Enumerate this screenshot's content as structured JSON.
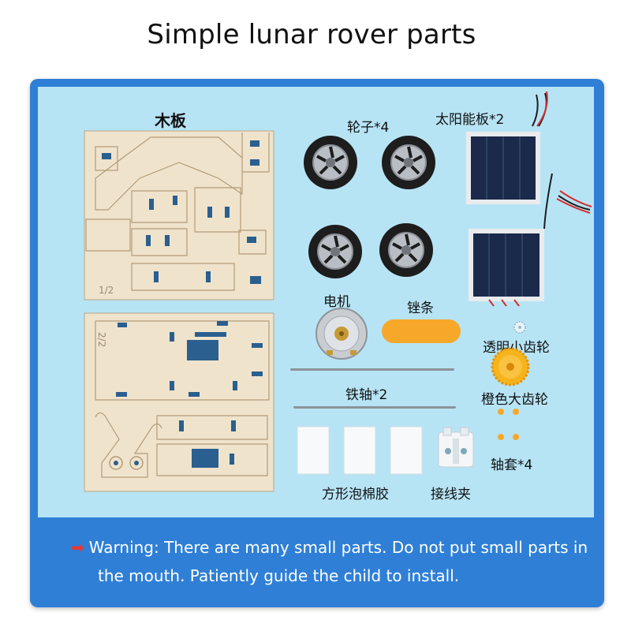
{
  "title": "Simple lunar rover parts",
  "labels": {
    "wood_board": "木板",
    "wheels": "轮子*4",
    "solar_panel": "太阳能板*2",
    "motor": "电机",
    "file_strip": "锉条",
    "small_gear": "透明小齿轮",
    "iron_axle": "铁轴*2",
    "big_gear": "橙色大齿轮",
    "bushing": "轴套*4",
    "foam_tape": "方形泡棉胶",
    "wire_clip": "接线夹"
  },
  "board_marks": {
    "top": "1/2",
    "bottom": "2/2"
  },
  "warning": {
    "arrow_icon": "right-arrow-icon",
    "line1": "Warning: There are many small parts. Do not put small parts in",
    "line2": "the mouth. Patiently guide the child to install."
  },
  "colors": {
    "frame_blue": "#2f7fd6",
    "panel_light_blue": "#b7e4f5",
    "wood": "#efe3cc",
    "orange": "#f7a82a",
    "warning_arrow": "#e53935"
  }
}
